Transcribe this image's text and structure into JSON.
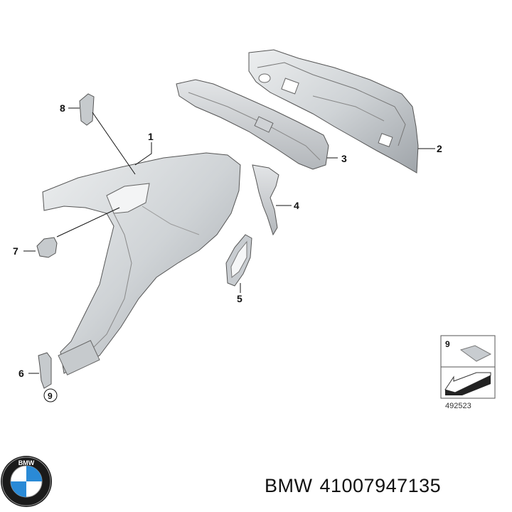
{
  "callouts": {
    "c1": "1",
    "c2": "2",
    "c3": "3",
    "c4": "4",
    "c5": "5",
    "c6": "6",
    "c7": "7",
    "c8": "8",
    "c9": "9"
  },
  "legend": {
    "number": "9",
    "reference": "492523"
  },
  "footer": {
    "brand": "BMW",
    "part_number": "41007947135"
  },
  "logo": {
    "letters": "BMW"
  },
  "colors": {
    "panel_light": "#d9dcdf",
    "panel_mid": "#b9bdc1",
    "panel_dark": "#8e9399",
    "line": "#111111",
    "bmw_blue": "#2a8ad6"
  }
}
